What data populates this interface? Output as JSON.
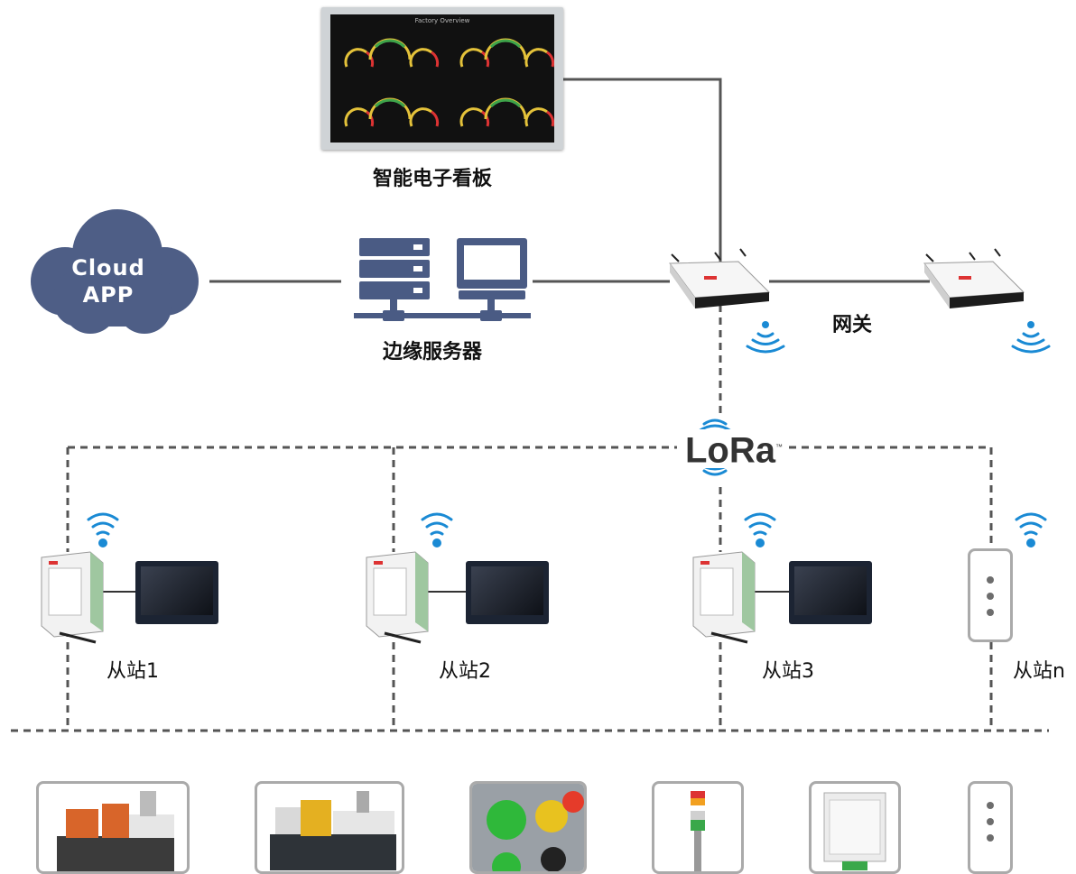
{
  "cloud": {
    "line1": "Cloud",
    "line2": "APP"
  },
  "dashboard": {
    "label": "智能电子看板",
    "screen_title": "Factory Overview"
  },
  "edge_server": {
    "label": "边缘服务器"
  },
  "gateway": {
    "label": "网关"
  },
  "lora": {
    "text": "LoRa",
    "tm": "™"
  },
  "slaves": [
    {
      "label": "从站1"
    },
    {
      "label": "从站2"
    },
    {
      "label": "从站3"
    },
    {
      "label": "从站n"
    }
  ],
  "devices": [
    "injection-molding-machine",
    "injection-molding-machine",
    "push-button-panel",
    "signal-tower-light",
    "io-module",
    "more"
  ],
  "colors": {
    "cloud": "#4e5e86",
    "server_icon": "#4a5b84",
    "wifi": "#1a8ad4",
    "line": "#555555",
    "dashed": "#555555",
    "box_border": "#aaaaaa"
  }
}
